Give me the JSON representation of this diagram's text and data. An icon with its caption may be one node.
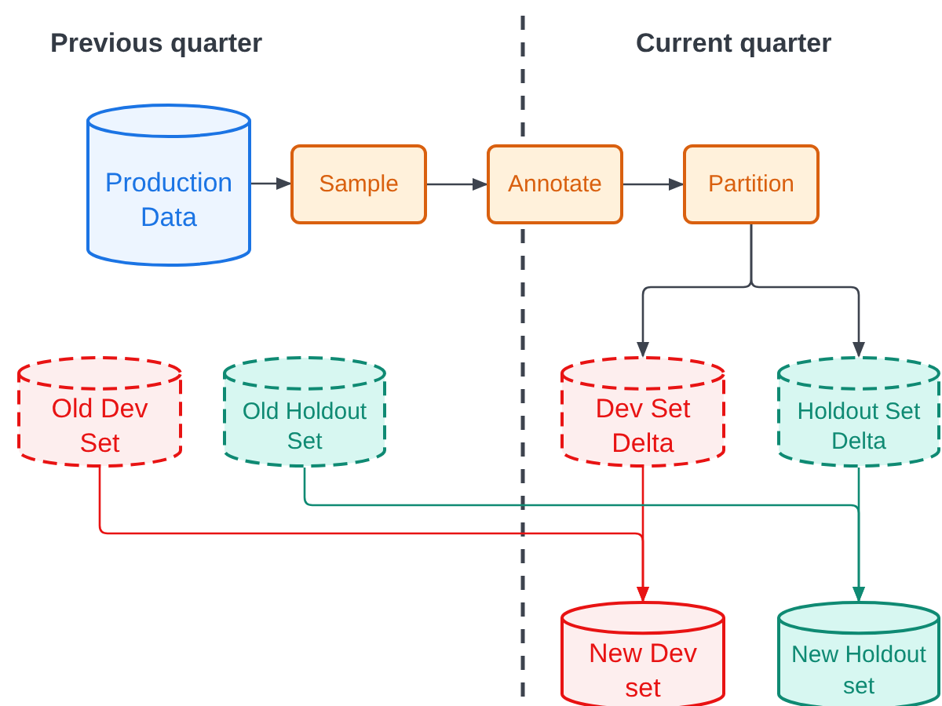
{
  "diagram": {
    "nodes": [
      {
        "text": [
          "Production Data"
        ]
      },
      {
        "text": [
          "Sample"
        ]
      },
      {
        "text": [
          "Annotate"
        ]
      },
      {
        "text": [
          "Partition"
        ]
      },
      {
        "text": [
          "Old Dev Set"
        ]
      },
      {
        "text": [
          "Old Holdout Set"
        ]
      },
      {
        "text": [
          "Dev Set Delta"
        ]
      },
      {
        "text": [
          "Holdout Set Delta"
        ]
      },
      {
        "text": [
          "New Dev set"
        ]
      },
      {
        "text": [
          "New Holdout set"
        ]
      }
    ],
    "edges": [
      {
        "from": 0,
        "to": 1,
        "arrow": "to"
      },
      {
        "from": 1,
        "to": 2,
        "arrow": "to"
      },
      {
        "from": 2,
        "to": 3,
        "arrow": "to"
      },
      {
        "from": 3,
        "to": 6,
        "arrow": "to"
      },
      {
        "from": 3,
        "to": 7,
        "arrow": "to"
      },
      {
        "from": 4,
        "to": 8,
        "arrow": "to",
        "color": "#e81313"
      },
      {
        "from": 6,
        "to": 8,
        "arrow": "to",
        "color": "#e81313"
      },
      {
        "from": 5,
        "to": 9,
        "arrow": "to",
        "color": "#0f8a73"
      },
      {
        "from": 7,
        "to": 9,
        "arrow": "to",
        "color": "#0f8a73"
      }
    ],
    "labels": [
      "Previous quarter",
      "Current quarter"
    ]
  }
}
